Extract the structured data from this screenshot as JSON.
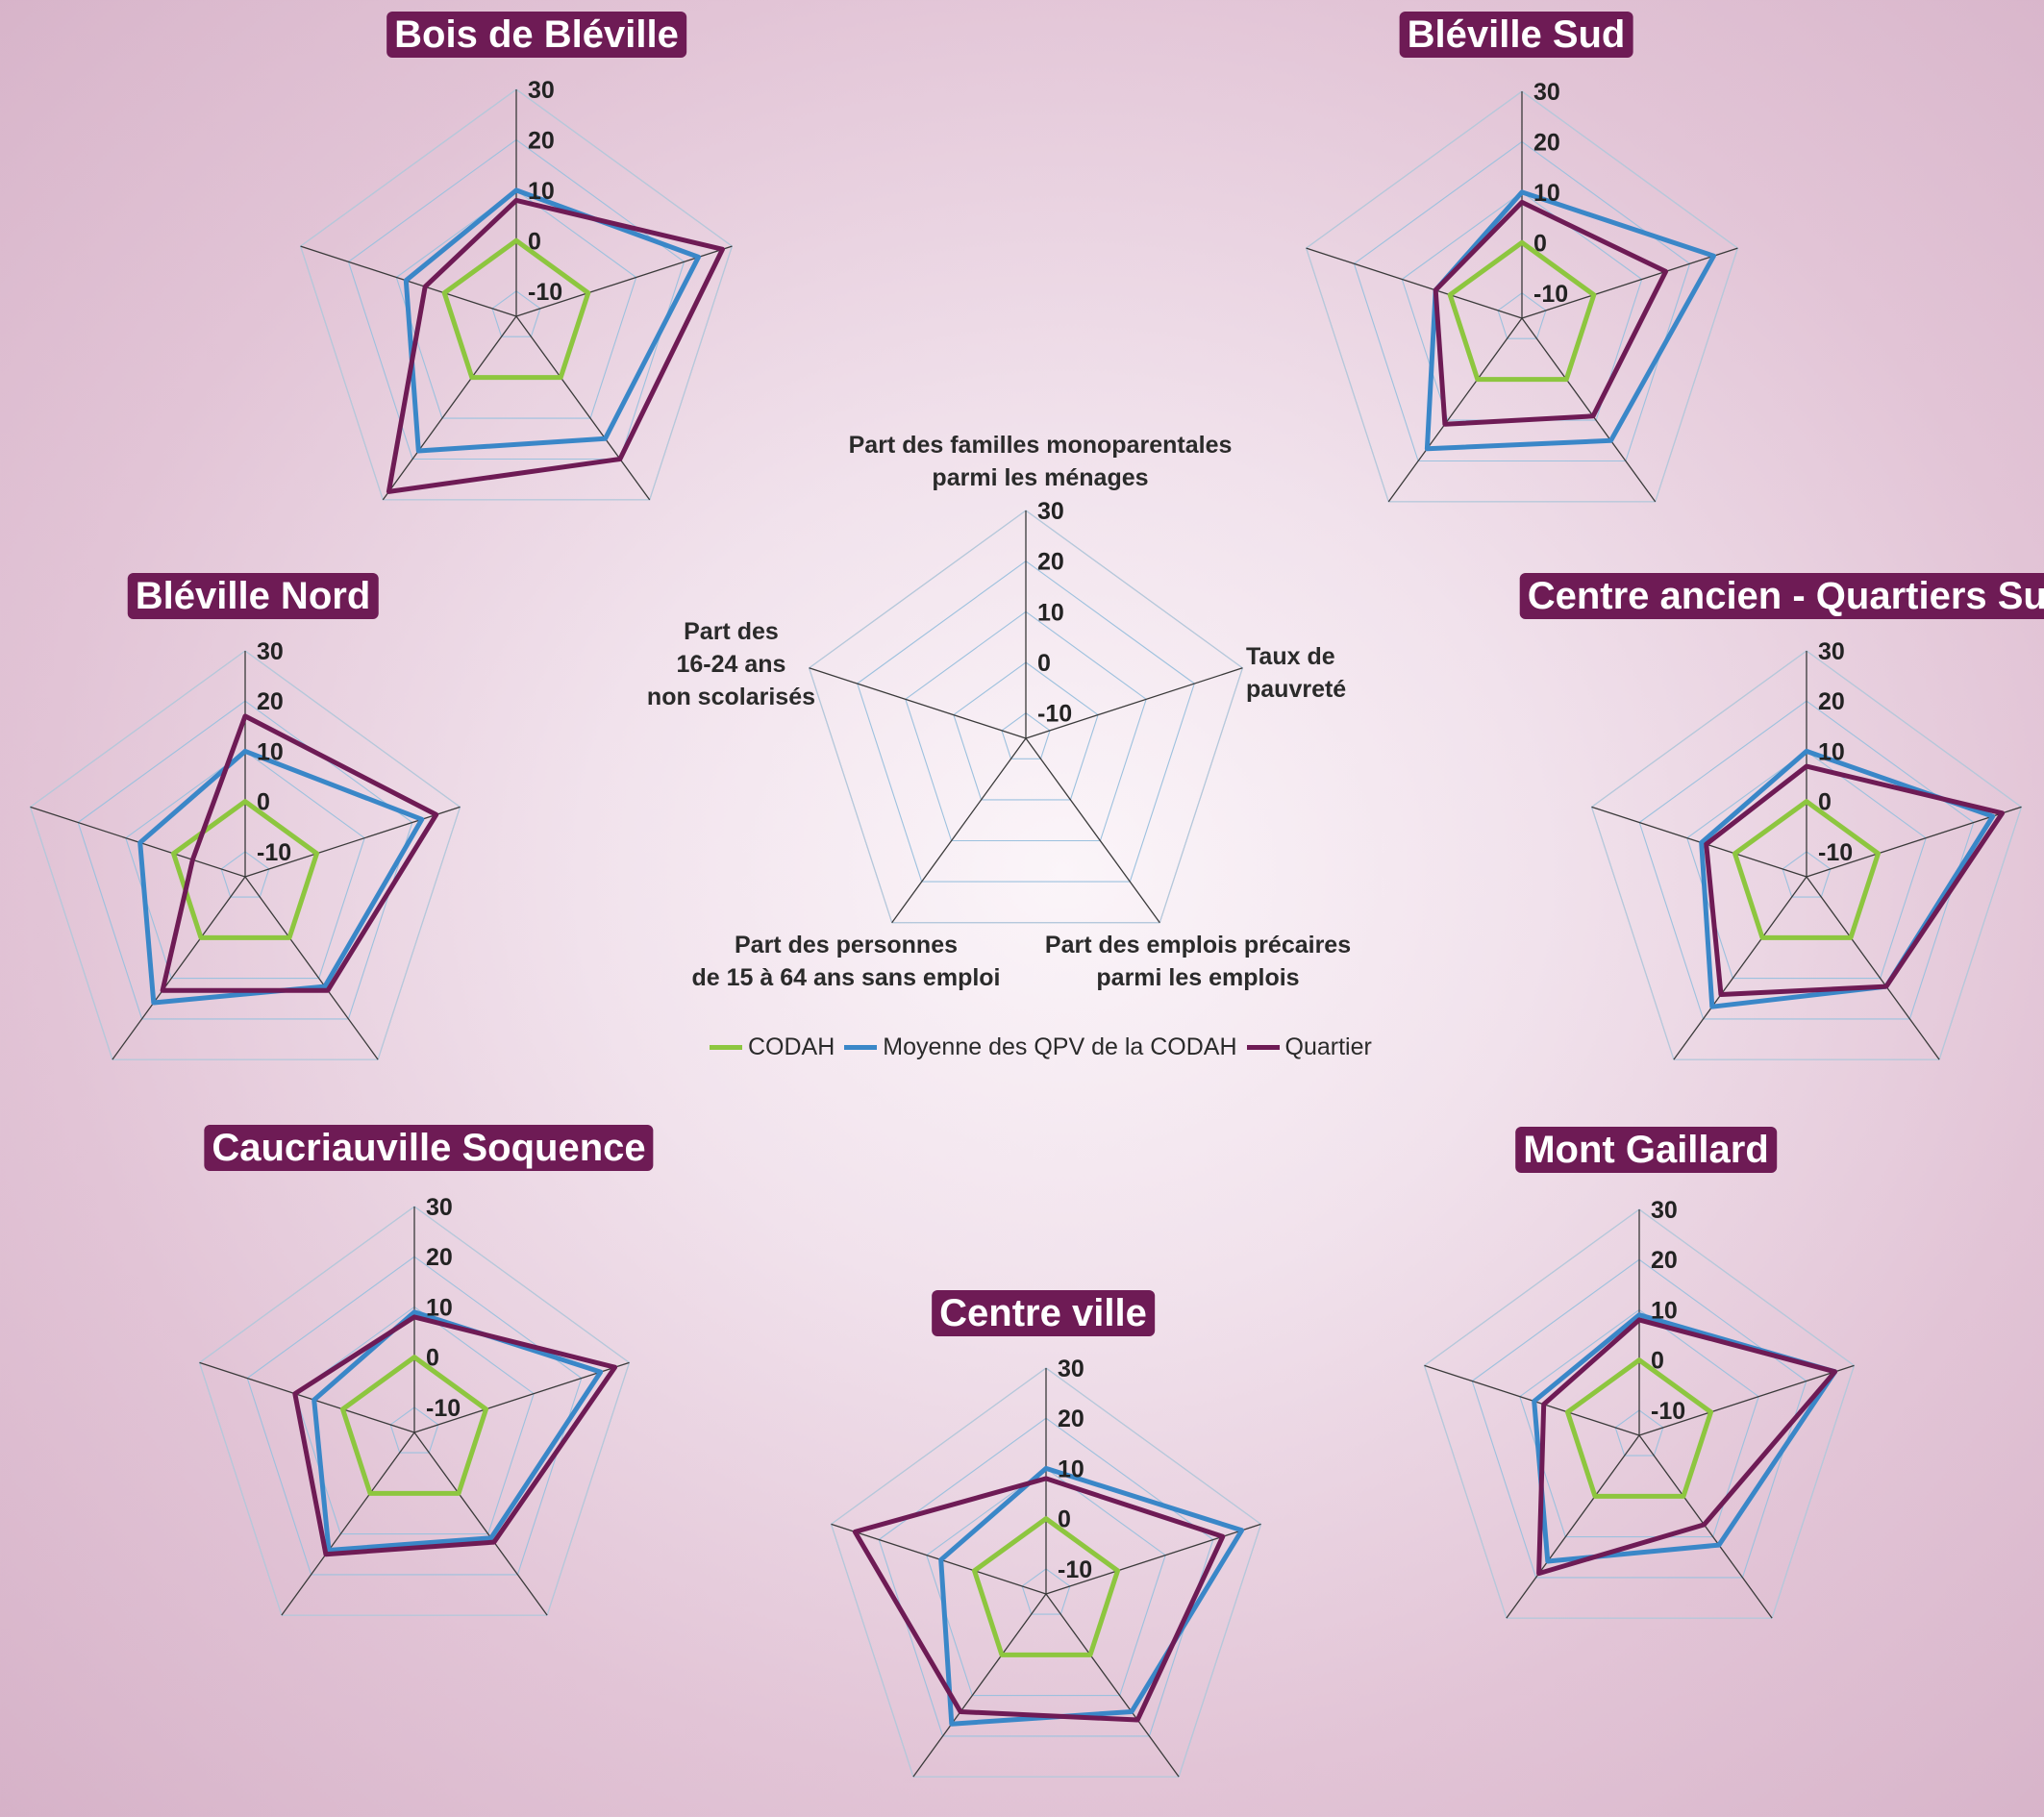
{
  "legend": {
    "items": [
      {
        "label": "CODAH",
        "color": "#8dc63f"
      },
      {
        "label": "Moyenne des QPV de la CODAH",
        "color": "#3a87c8"
      },
      {
        "label": "Quartier",
        "color": "#6e1b55"
      }
    ]
  },
  "axes_labels": {
    "monoparentales": [
      "Part des familles monoparentales",
      "parmi les ménages"
    ],
    "pauvrete": [
      "Taux de",
      "pauvreté"
    ],
    "precaires": [
      "Part des emplois précaires",
      "parmi les emplois"
    ],
    "sans_emploi": [
      "Part des personnes",
      "de 15 à 64 ans sans emploi"
    ],
    "non_scolarises": [
      "Part des",
      "16-24 ans",
      "non scolarisés"
    ]
  },
  "chart_data": [
    {
      "type": "radar",
      "title": "",
      "axes": [
        "Part des familles monoparentales parmi les ménages",
        "Taux de pauvreté",
        "Part des emplois précaires parmi les emplois",
        "Part des personnes de 15 à 64 ans sans emploi",
        "Part des 16-24 ans non scolarisés"
      ],
      "ticks": [
        "30",
        "20",
        "10",
        "0",
        "-10"
      ],
      "rlim": [
        -15,
        30
      ],
      "grid": true,
      "legend": "bottom",
      "series": []
    },
    {
      "type": "radar",
      "title": "Bois de Bléville",
      "rlim": [
        -15,
        30
      ],
      "ticks": [
        "30",
        "20",
        "10",
        "0",
        "-10"
      ],
      "series": [
        {
          "name": "CODAH",
          "values": [
            0,
            0,
            0,
            0,
            0
          ]
        },
        {
          "name": "Moyenne des QPV de la CODAH",
          "values": [
            10,
            23,
            15,
            18,
            8
          ]
        },
        {
          "name": "Quartier",
          "values": [
            8,
            28,
            20,
            28,
            4
          ]
        }
      ]
    },
    {
      "type": "radar",
      "title": "Bléville Sud",
      "rlim": [
        -15,
        30
      ],
      "ticks": [
        "30",
        "20",
        "10",
        "0",
        "-10"
      ],
      "series": [
        {
          "name": "CODAH",
          "values": [
            0,
            0,
            0,
            0,
            0
          ]
        },
        {
          "name": "Moyenne des QPV de la CODAH",
          "values": [
            10,
            25,
            15,
            17,
            3
          ]
        },
        {
          "name": "Quartier",
          "values": [
            8,
            15,
            9,
            11,
            3
          ]
        }
      ]
    },
    {
      "type": "radar",
      "title": "Bléville Nord",
      "rlim": [
        -15,
        30
      ],
      "ticks": [
        "30",
        "20",
        "10",
        "0",
        "-10"
      ],
      "series": [
        {
          "name": "CODAH",
          "values": [
            0,
            0,
            0,
            0,
            0
          ]
        },
        {
          "name": "Moyenne des QPV de la CODAH",
          "values": [
            10,
            22,
            12,
            16,
            7
          ]
        },
        {
          "name": "Quartier",
          "values": [
            17,
            25,
            13,
            13,
            -4
          ]
        }
      ]
    },
    {
      "type": "radar",
      "title": "Centre ancien - Quartiers Sud",
      "rlim": [
        -15,
        30
      ],
      "ticks": [
        "30",
        "20",
        "10",
        "0",
        "-10"
      ],
      "series": [
        {
          "name": "CODAH",
          "values": [
            0,
            0,
            0,
            0,
            0
          ]
        },
        {
          "name": "Moyenne des QPV de la CODAH",
          "values": [
            10,
            24,
            12,
            17,
            7
          ]
        },
        {
          "name": "Quartier",
          "values": [
            7,
            26,
            12,
            14,
            6
          ]
        }
      ]
    },
    {
      "type": "radar",
      "title": "Caucriauville Soquence",
      "rlim": [
        -15,
        30
      ],
      "ticks": [
        "30",
        "20",
        "10",
        "0",
        "-10"
      ],
      "series": [
        {
          "name": "CODAH",
          "values": [
            0,
            0,
            0,
            0,
            0
          ]
        },
        {
          "name": "Moyenne des QPV de la CODAH",
          "values": [
            9,
            24,
            11,
            14,
            6
          ]
        },
        {
          "name": "Quartier",
          "values": [
            8,
            27,
            12,
            15,
            10
          ]
        }
      ]
    },
    {
      "type": "radar",
      "title": "Centre ville",
      "rlim": [
        -15,
        30
      ],
      "ticks": [
        "30",
        "20",
        "10",
        "0",
        "-10"
      ],
      "series": [
        {
          "name": "CODAH",
          "values": [
            0,
            0,
            0,
            0,
            0
          ]
        },
        {
          "name": "Moyenne des QPV de la CODAH",
          "values": [
            10,
            26,
            14,
            17,
            7
          ]
        },
        {
          "name": "Quartier",
          "values": [
            8,
            22,
            16,
            14,
            25
          ]
        }
      ]
    },
    {
      "type": "radar",
      "title": "Mont Gaillard",
      "rlim": [
        -15,
        30
      ],
      "ticks": [
        "30",
        "20",
        "10",
        "0",
        "-10"
      ],
      "series": [
        {
          "name": "CODAH",
          "values": [
            0,
            0,
            0,
            0,
            0
          ]
        },
        {
          "name": "Moyenne des QPV de la CODAH",
          "values": [
            9,
            26,
            12,
            16,
            7
          ]
        },
        {
          "name": "Quartier",
          "values": [
            8,
            26,
            7,
            19,
            5
          ]
        }
      ]
    }
  ]
}
